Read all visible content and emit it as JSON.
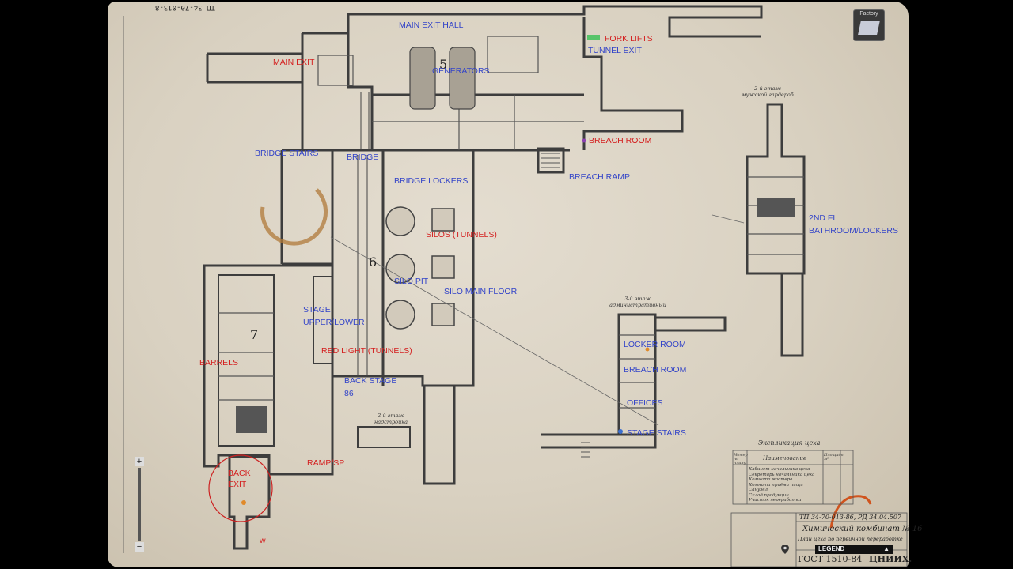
{
  "map": {
    "header_code": "ТП 34-70-013-8",
    "labels_blue": {
      "main_exit_hall": "MAIN EXIT HALL",
      "generators": "GENERATORS",
      "tunnel_exit": "TUNNEL EXIT",
      "bridge_stairs": "BRIDGE STAIRS",
      "bridge": "BRIDGE",
      "bridge_lockers": "BRIDGE LOCKERS",
      "breach_ramp": "BREACH RAMP",
      "silo_pit": "SILO PIT",
      "silo_main_floor": "SILO MAIN FLOOR",
      "stage_upper_lower_1": "STAGE",
      "stage_upper_lower_2": "UPPER/LOWER",
      "back_stage": "BACK STAGE",
      "back_stage_num": "86",
      "second_fl_1": "2ND FL",
      "second_fl_2": "BATHROOM/LOCKERS",
      "locker_room": "LOCKER ROOM",
      "breach_room_2": "BREACH ROOM",
      "offices": "OFFICES",
      "stage_stairs": "STAGE STAIRS"
    },
    "labels_red": {
      "main_exit": "MAIN EXIT",
      "fork_lifts": "FORK LIFTS",
      "breach_room": "BREACH ROOM",
      "silos_tunnels": "SILOS (TUNNELS)",
      "red_light_tunnels": "RED LIGHT (TUNNELS)",
      "barrels": "BARRELS",
      "ramp_sp": "RAMP/SP",
      "back_exit_1": "BACK",
      "back_exit_2": "EXIT",
      "w": "w"
    },
    "section_numbers": {
      "five": "5",
      "six": "6",
      "seven": "7"
    },
    "russian_notes": {
      "men_locker_1": "2-й этаж",
      "men_locker_2": "мужской гардероб",
      "admin_1": "3-й этаж",
      "admin_2": "административный",
      "stage_note_1": "2-й этаж",
      "stage_note_2": "надстройка"
    },
    "explication": {
      "title": "Экспликация цеха",
      "col_num": "Номер по плану",
      "col_name": "Наименование",
      "col_area": "Площадь м²",
      "rows": [
        "Кабинет начальника цеха",
        "Секретарь начальника цеха",
        "Комната мастера",
        "Комната приёма пищи",
        "Санузел",
        "Склад продукции",
        "Участок переработки"
      ]
    },
    "title_block": {
      "code": "ТП 34-70-013-86, РД 34.04.507",
      "name": "Химический комбинат № 16",
      "desc": "План цеха по первичной переработке",
      "standard": "ГОСТ 1510-84",
      "org": "ЦНИИХ."
    }
  },
  "ui": {
    "factory_button": "Factory",
    "legend_label": "LEGEND",
    "zoom_in": "+",
    "zoom_out": "−"
  },
  "colors": {
    "blue_label": "#3344c8",
    "red_label": "#d42020",
    "paper": "#ddd5c6",
    "walls": "#3d3d3d"
  }
}
